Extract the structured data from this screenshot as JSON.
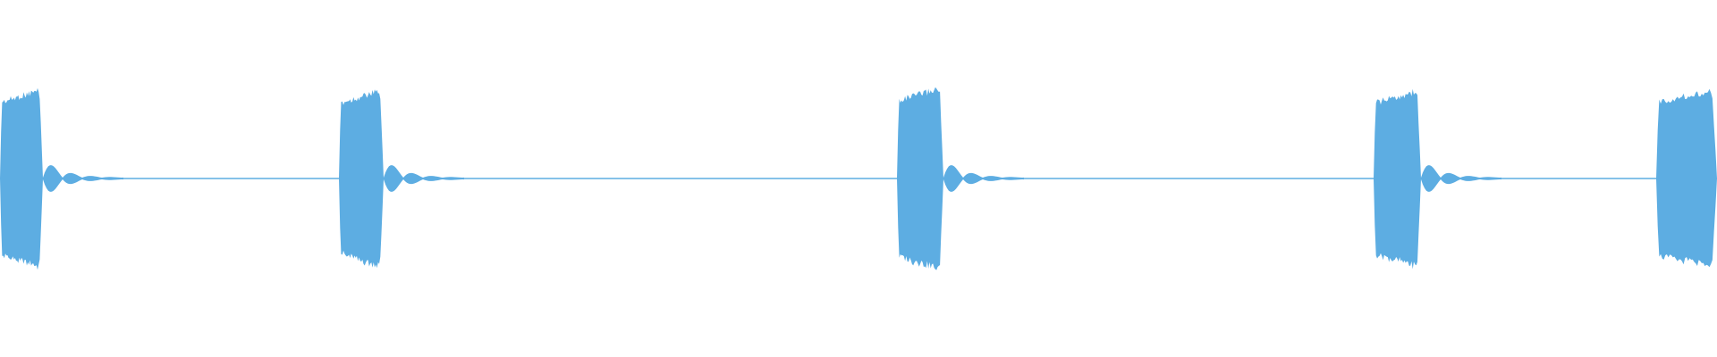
{
  "waveform": {
    "color": "#5dade2",
    "baseline_color": "#5dade2",
    "bursts": [
      {
        "level": 0.93
      },
      {
        "level": 0.92
      },
      {
        "level": 0.95
      },
      {
        "level": 0.92
      },
      {
        "level": 0.93
      }
    ]
  }
}
